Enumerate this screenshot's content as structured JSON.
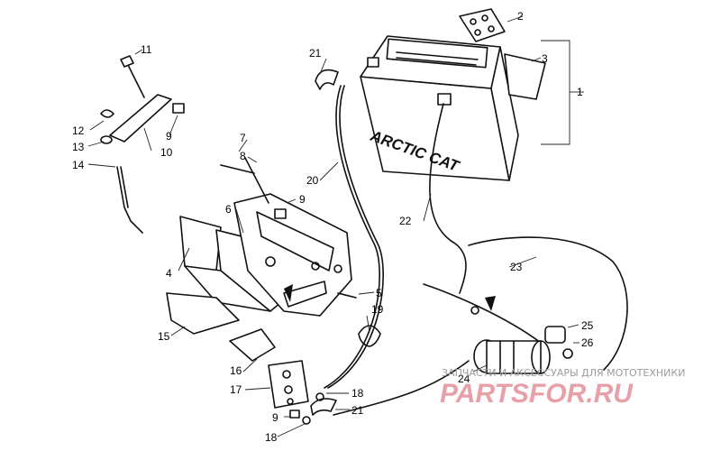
{
  "brand_label": "ARCTIC CAT",
  "callouts": {
    "c1": "1",
    "c2": "2",
    "c3": "3",
    "c4": "4",
    "c5": "5",
    "c6": "6",
    "c7": "7",
    "c8": "8",
    "c9a": "9",
    "c9b": "9",
    "c9c": "9",
    "c10": "10",
    "c11": "11",
    "c12": "12",
    "c13": "13",
    "c14": "14",
    "c15": "15",
    "c16": "16",
    "c17": "17",
    "c18a": "18",
    "c18b": "18",
    "c19": "19",
    "c20": "20",
    "c21a": "21",
    "c21b": "21",
    "c22": "22",
    "c23": "23",
    "c24": "24",
    "c25": "25",
    "c26": "26"
  },
  "watermark": {
    "caption": "ЗАПЧАСТИ И АКСЕССУАРЫ ДЛЯ МОТОТЕХНИКИ",
    "logo": "PARTSFOR.RU"
  }
}
